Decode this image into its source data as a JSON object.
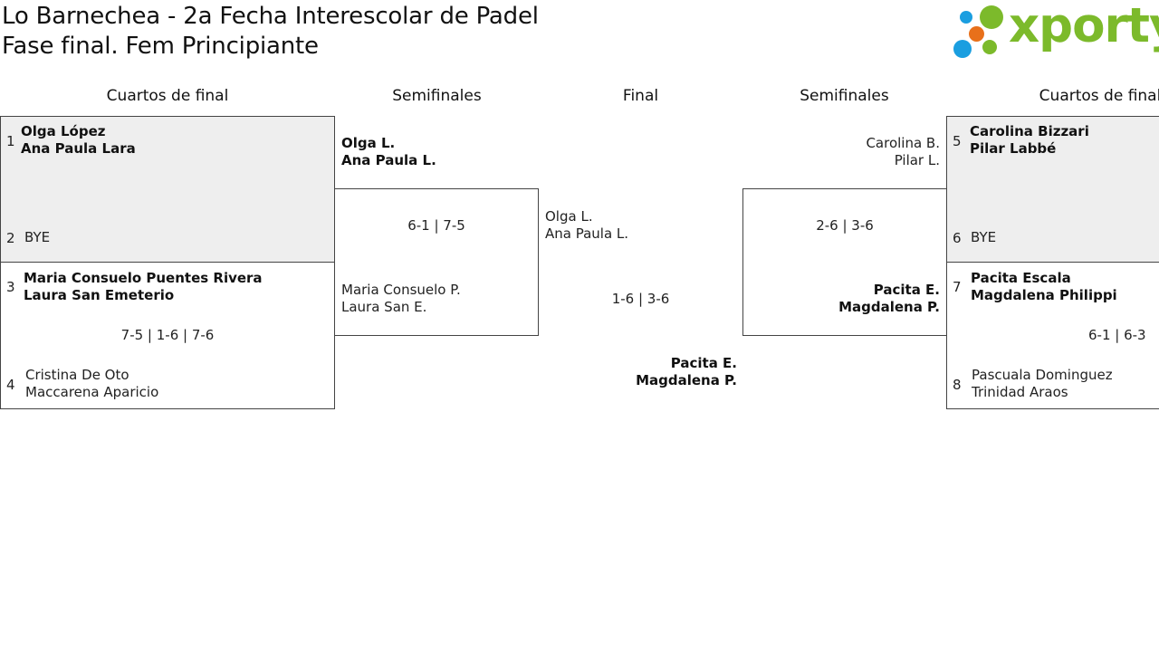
{
  "header": {
    "title_line1": "Lo Barnechea - 2a Fecha Interescolar de Padel",
    "title_line2": "Fase final. Fem Principiante"
  },
  "logo": {
    "text": "xporty",
    "colors": {
      "green": "#7cba2b",
      "blue": "#1a9ee0",
      "orange": "#e8701a"
    }
  },
  "columns": {
    "left_quarters": "Cuartos de final",
    "left_semis": "Semifinales",
    "final": "Final",
    "right_semis": "Semifinales",
    "right_quarters": "Cuartos de final"
  },
  "left_quarters": {
    "m1": {
      "seed_a": "1",
      "a1": "Olga López",
      "a2": "Ana Paula Lara",
      "seed_b": "2",
      "b1": "BYE"
    },
    "m2": {
      "seed_a": "3",
      "a1": "Maria Consuelo Puentes Rivera",
      "a2": "Laura San Emeterio",
      "score": "7-5 | 1-6 | 7-6",
      "seed_b": "4",
      "b1": "Cristina De Oto",
      "b2": "Maccarena Aparicio"
    }
  },
  "left_semis": {
    "a1": "Olga L.",
    "a2": "Ana Paula L.",
    "score": "6-1 | 7-5",
    "b1": "Maria Consuelo P.",
    "b2": "Laura San E."
  },
  "final": {
    "a1": "Olga L.",
    "a2": "Ana Paula L.",
    "score": "1-6 | 3-6",
    "b1": "Pacita E.",
    "b2": "Magdalena P."
  },
  "right_semis": {
    "a1": "Carolina B.",
    "a2": "Pilar L.",
    "score": "2-6 | 3-6",
    "b1": "Pacita E.",
    "b2": "Magdalena P."
  },
  "right_quarters": {
    "m1": {
      "seed_a": "5",
      "a1": "Carolina Bizzari",
      "a2": "Pilar Labbé",
      "seed_b": "6",
      "b1": "BYE"
    },
    "m2": {
      "seed_a": "7",
      "a1": "Pacita Escala",
      "a2": "Magdalena Philippi",
      "score": "6-1 | 6-3",
      "seed_b": "8",
      "b1": "Pascuala Dominguez",
      "b2": "Trinidad Araos"
    }
  }
}
